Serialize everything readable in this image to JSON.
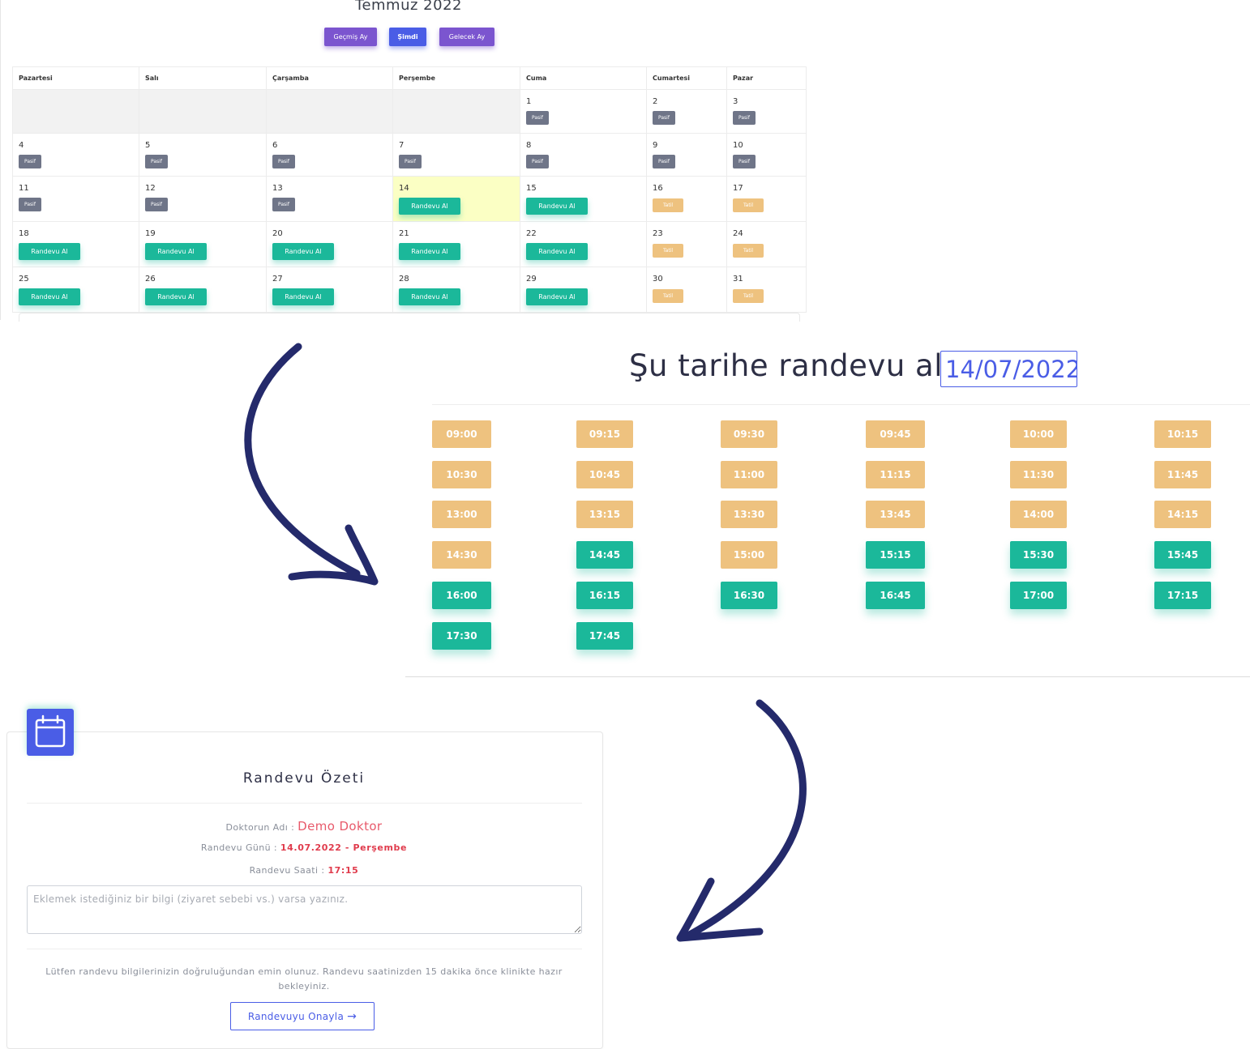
{
  "calendar": {
    "title": "Temmuz 2022",
    "nav": {
      "prev": "Geçmiş Ay",
      "now": "Şimdi",
      "next": "Gelecek Ay"
    },
    "weekdays": [
      "Pazartesi",
      "Salı",
      "Çarşamba",
      "Perşembe",
      "Cuma",
      "Cumartesi",
      "Pazar"
    ],
    "weeks": [
      [
        {
          "day": "",
          "status": "empty"
        },
        {
          "day": "",
          "status": "empty"
        },
        {
          "day": "",
          "status": "empty"
        },
        {
          "day": "",
          "status": "empty"
        },
        {
          "day": "1",
          "status": "pasif"
        },
        {
          "day": "2",
          "status": "pasif"
        },
        {
          "day": "3",
          "status": "pasif"
        }
      ],
      [
        {
          "day": "4",
          "status": "pasif"
        },
        {
          "day": "5",
          "status": "pasif"
        },
        {
          "day": "6",
          "status": "pasif"
        },
        {
          "day": "7",
          "status": "pasif"
        },
        {
          "day": "8",
          "status": "pasif"
        },
        {
          "day": "9",
          "status": "pasif"
        },
        {
          "day": "10",
          "status": "pasif"
        }
      ],
      [
        {
          "day": "11",
          "status": "pasif"
        },
        {
          "day": "12",
          "status": "pasif"
        },
        {
          "day": "13",
          "status": "pasif"
        },
        {
          "day": "14",
          "status": "randevu",
          "today": true
        },
        {
          "day": "15",
          "status": "randevu"
        },
        {
          "day": "16",
          "status": "tatil"
        },
        {
          "day": "17",
          "status": "tatil"
        }
      ],
      [
        {
          "day": "18",
          "status": "randevu"
        },
        {
          "day": "19",
          "status": "randevu"
        },
        {
          "day": "20",
          "status": "randevu"
        },
        {
          "day": "21",
          "status": "randevu"
        },
        {
          "day": "22",
          "status": "randevu"
        },
        {
          "day": "23",
          "status": "tatil"
        },
        {
          "day": "24",
          "status": "tatil"
        }
      ],
      [
        {
          "day": "25",
          "status": "randevu"
        },
        {
          "day": "26",
          "status": "randevu"
        },
        {
          "day": "27",
          "status": "randevu"
        },
        {
          "day": "28",
          "status": "randevu"
        },
        {
          "day": "29",
          "status": "randevu"
        },
        {
          "day": "30",
          "status": "tatil"
        },
        {
          "day": "31",
          "status": "tatil"
        }
      ]
    ],
    "status_labels": {
      "pasif": "Pasif",
      "randevu": "Randevu Al",
      "tatil": "Tatil"
    }
  },
  "slots": {
    "heading": "Şu tarihe randevu al:",
    "date_value": "14/07/2022",
    "items": [
      {
        "time": "09:00",
        "state": "busy"
      },
      {
        "time": "09:15",
        "state": "busy"
      },
      {
        "time": "09:30",
        "state": "busy"
      },
      {
        "time": "09:45",
        "state": "busy"
      },
      {
        "time": "10:00",
        "state": "busy"
      },
      {
        "time": "10:15",
        "state": "busy"
      },
      {
        "time": "10:30",
        "state": "busy"
      },
      {
        "time": "10:45",
        "state": "busy"
      },
      {
        "time": "11:00",
        "state": "busy"
      },
      {
        "time": "11:15",
        "state": "busy"
      },
      {
        "time": "11:30",
        "state": "busy"
      },
      {
        "time": "11:45",
        "state": "busy"
      },
      {
        "time": "13:00",
        "state": "busy"
      },
      {
        "time": "13:15",
        "state": "busy"
      },
      {
        "time": "13:30",
        "state": "busy"
      },
      {
        "time": "13:45",
        "state": "busy"
      },
      {
        "time": "14:00",
        "state": "busy"
      },
      {
        "time": "14:15",
        "state": "busy"
      },
      {
        "time": "14:30",
        "state": "busy"
      },
      {
        "time": "14:45",
        "state": "free"
      },
      {
        "time": "15:00",
        "state": "busy"
      },
      {
        "time": "15:15",
        "state": "free"
      },
      {
        "time": "15:30",
        "state": "free"
      },
      {
        "time": "15:45",
        "state": "free"
      },
      {
        "time": "16:00",
        "state": "free"
      },
      {
        "time": "16:15",
        "state": "free"
      },
      {
        "time": "16:30",
        "state": "free"
      },
      {
        "time": "16:45",
        "state": "free"
      },
      {
        "time": "17:00",
        "state": "free"
      },
      {
        "time": "17:15",
        "state": "free"
      },
      {
        "time": "17:30",
        "state": "free"
      },
      {
        "time": "17:45",
        "state": "free"
      }
    ]
  },
  "summary": {
    "title": "Randevu Özeti",
    "doctor_label": "Doktorun Adı :",
    "doctor_value": "Demo Doktor",
    "day_label": "Randevu Günü :",
    "day_value": "14.07.2022 - Perşembe",
    "time_label": "Randevu Saati :",
    "time_value": "17:15",
    "note_placeholder": "Eklemek istediğiniz bir bilgi (ziyaret sebebi vs.) varsa yazınız.",
    "notice": "Lütfen randevu bilgilerinizin doğruluğundan emin olunuz. Randevu saatinizden 15 dakika önce klinikte hazır bekleyiniz.",
    "confirm_label": "Randevuyu Onayla"
  },
  "icons": {
    "calendar": "calendar-icon",
    "arrow": "arrow-right-icon",
    "flow_arrows": "curved-arrow-icon"
  },
  "colors": {
    "primary": "#4a5de6",
    "purple": "#7b55cf",
    "green": "#1bb89a",
    "orange": "#eec27f",
    "gray": "#6f7588",
    "today": "#fbffc4",
    "accent_red": "#e03b4c",
    "arrow": "#242a6b"
  }
}
